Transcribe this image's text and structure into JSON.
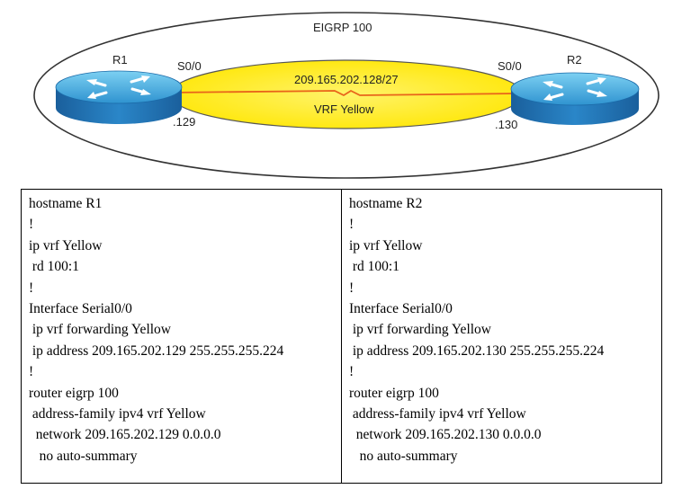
{
  "diagram": {
    "domain_label": "EIGRP 100",
    "routers": [
      {
        "name": "R1",
        "interface": "S0/0",
        "host": ".129"
      },
      {
        "name": "R2",
        "interface": "S0/0",
        "host": ".130"
      }
    ],
    "link": {
      "subnet": "209.165.202.128/27",
      "vrf": "VRF Yellow"
    },
    "colors": {
      "router_top": "#45aee0",
      "router_side": "#1f74b5",
      "vrf_fill": "#ffec1f",
      "link": "#e8641a"
    }
  },
  "config": {
    "r1": [
      "hostname R1",
      "!",
      "ip vrf Yellow",
      " rd 100:1",
      "!",
      "Interface Serial0/0",
      " ip vrf forwarding Yellow",
      " ip address 209.165.202.129 255.255.255.224",
      "!",
      "router eigrp 100",
      " address-family ipv4 vrf Yellow",
      "  network 209.165.202.129 0.0.0.0",
      "   no auto-summary"
    ],
    "r2": [
      "hostname R2",
      "!",
      "ip vrf Yellow",
      " rd 100:1",
      "!",
      "Interface Serial0/0",
      " ip vrf forwarding Yellow",
      " ip address 209.165.202.130 255.255.255.224",
      "!",
      "router eigrp 100",
      " address-family ipv4 vrf Yellow",
      "  network 209.165.202.130 0.0.0.0",
      "   no auto-summary"
    ]
  }
}
